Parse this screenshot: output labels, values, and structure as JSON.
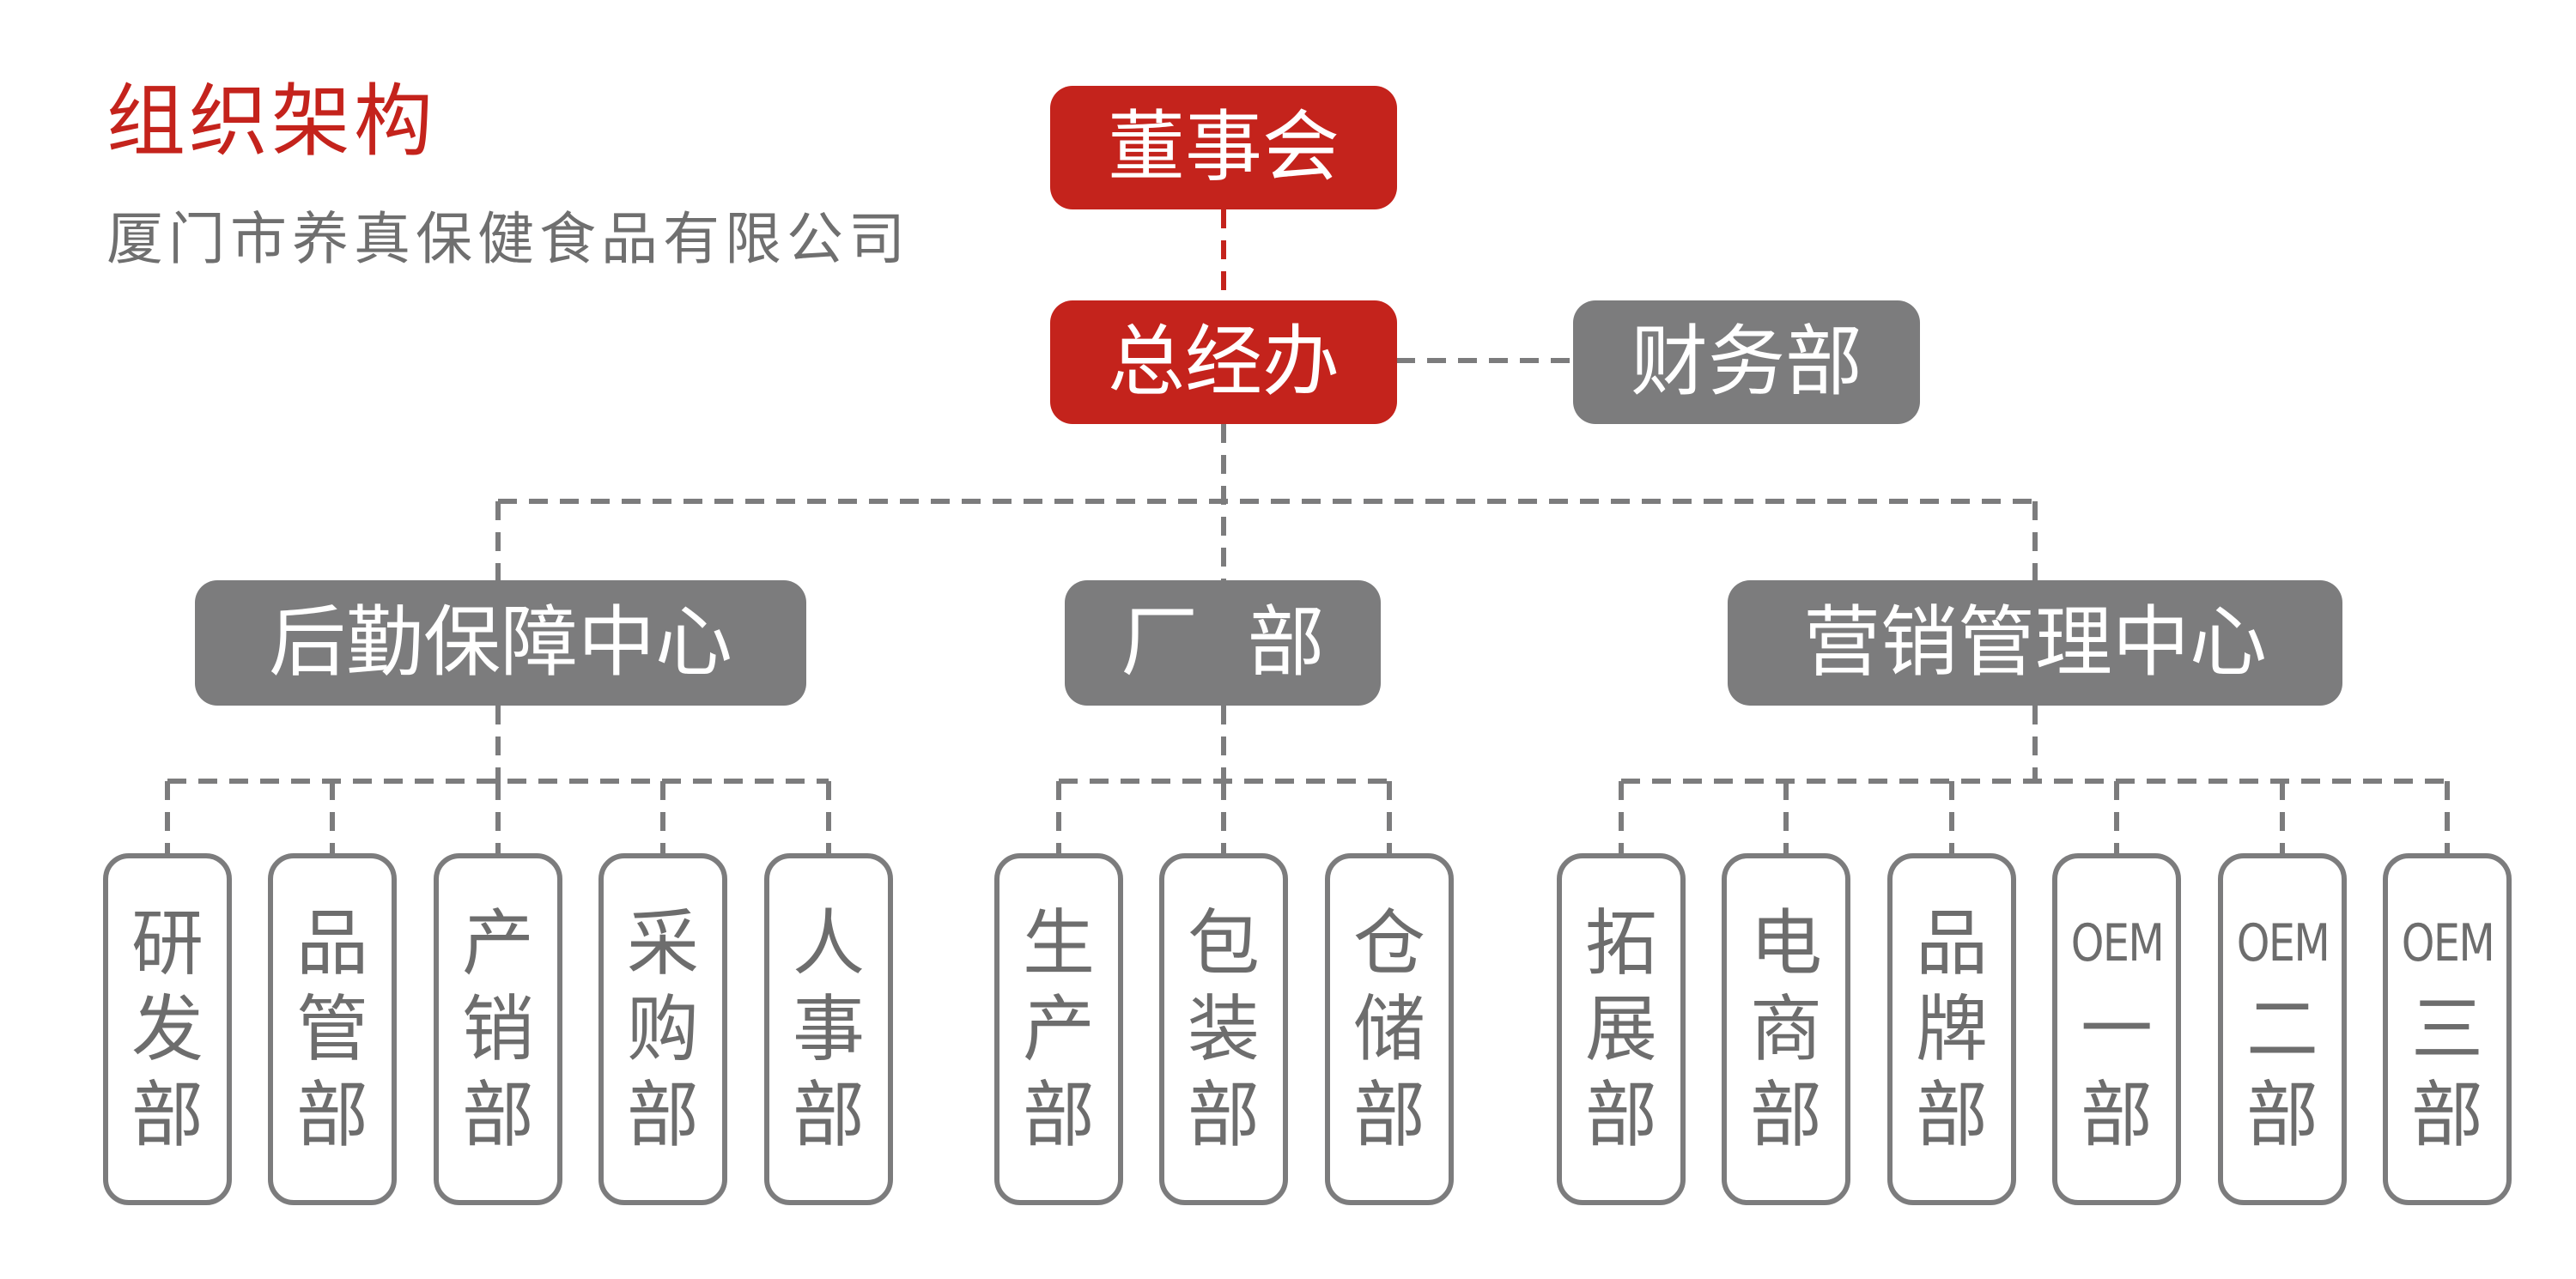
{
  "header": {
    "title": "组织架构",
    "subtitle": "厦门市养真保健食品有限公司"
  },
  "colors": {
    "accent": "#c4231c",
    "node": "#7c7c7d",
    "line": "#7c7c7d"
  },
  "nodes": {
    "board": "董事会",
    "gm_office": "总经办",
    "finance": "财务部",
    "logistics_center": "后勤保障中心",
    "factory": "厂  部",
    "marketing_center": "营销管理中心"
  },
  "departments": {
    "logistics": [
      {
        "top": "研",
        "mid": "发",
        "bot": "部"
      },
      {
        "top": "品",
        "mid": "管",
        "bot": "部"
      },
      {
        "top": "产",
        "mid": "销",
        "bot": "部"
      },
      {
        "top": "采",
        "mid": "购",
        "bot": "部"
      },
      {
        "top": "人",
        "mid": "事",
        "bot": "部"
      }
    ],
    "factory": [
      {
        "top": "生",
        "mid": "产",
        "bot": "部"
      },
      {
        "top": "包",
        "mid": "装",
        "bot": "部"
      },
      {
        "top": "仓",
        "mid": "储",
        "bot": "部"
      }
    ],
    "marketing": [
      {
        "top": "拓",
        "mid": "展",
        "bot": "部"
      },
      {
        "top": "电",
        "mid": "商",
        "bot": "部"
      },
      {
        "top": "品",
        "mid": "牌",
        "bot": "部"
      },
      {
        "top": "OEM",
        "mid": "一",
        "bot": "部"
      },
      {
        "top": "OEM",
        "mid": "二",
        "bot": "部"
      },
      {
        "top": "OEM",
        "mid": "三",
        "bot": "部"
      }
    ]
  }
}
